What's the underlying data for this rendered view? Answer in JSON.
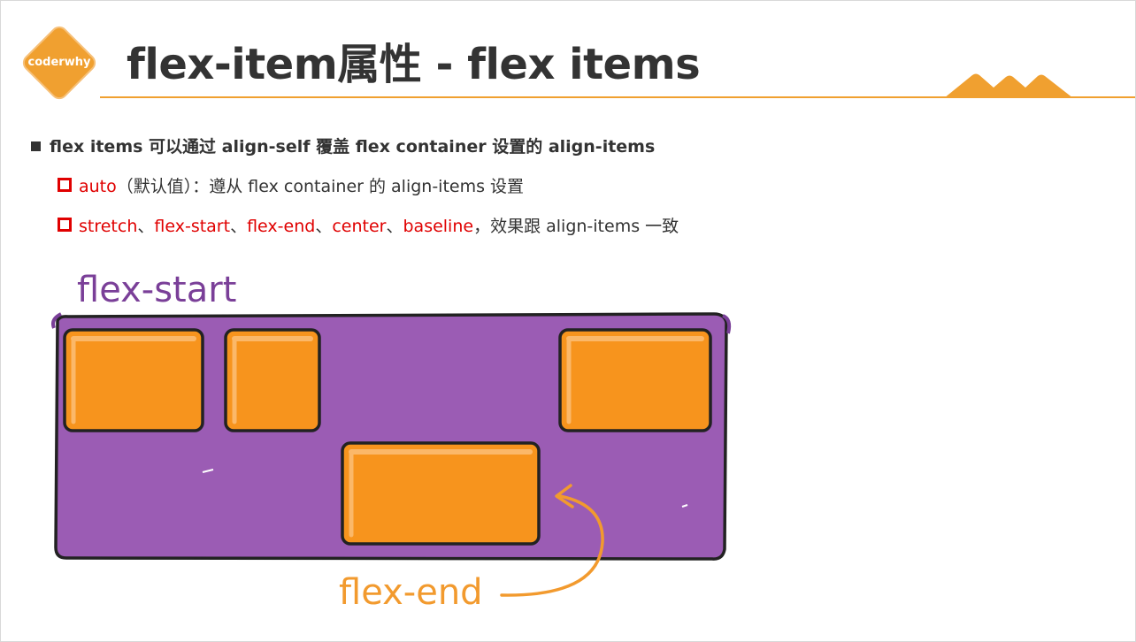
{
  "logo": {
    "text": "coderwhy"
  },
  "title": "flex-item属性 - flex items",
  "bullets": {
    "main": "flex items 可以通过 align-self 覆盖 flex container 设置的 align-items",
    "sub1": {
      "keyword": "auto",
      "rest": "（默认值）：遵从 flex container 的 align-items 设置"
    },
    "sub2": {
      "k1": "stretch",
      "k2": "flex-start",
      "k3": "flex-end",
      "k4": "center",
      "k5": "baseline",
      "sep": "、",
      "rest": "，效果跟 align-items 一致"
    }
  },
  "illustration": {
    "label_top": "flex-start",
    "label_bottom": "flex-end"
  },
  "colors": {
    "accent": "#f0a030",
    "container": "#9b5cb4",
    "item": "#f7941d",
    "keyword": "#e00000",
    "label_top": "#7a3f98",
    "label_bottom": "#f29a2e"
  }
}
